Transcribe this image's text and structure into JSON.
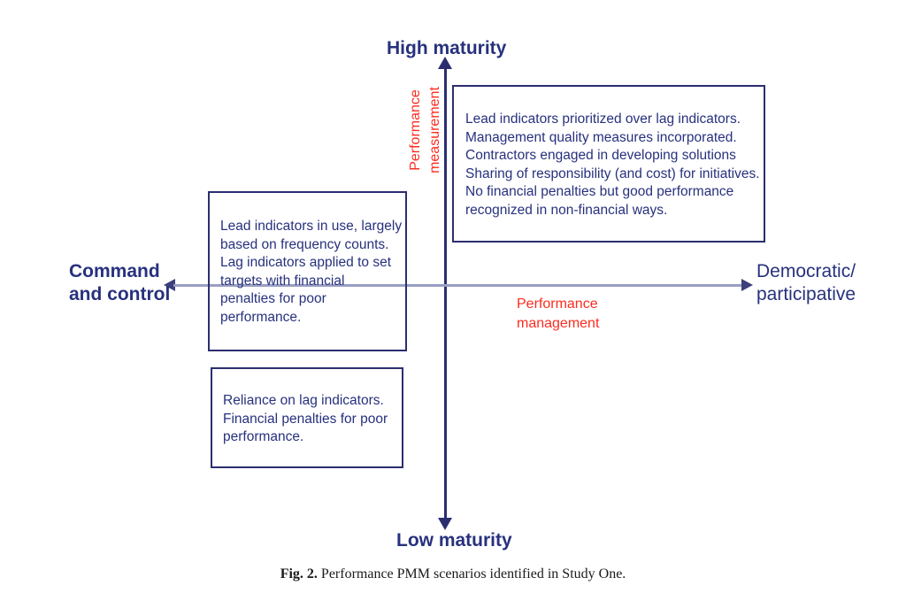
{
  "figure": {
    "caption_label": "Fig. 2.",
    "caption_text": "Performance PMM scenarios identified in Study One.",
    "colors": {
      "text_navy": "#27317d",
      "line_navy": "#2b2e6e",
      "line_gray_blue": "#9a9ec2",
      "annotation_red": "#fb2c1f",
      "background": "#ffffff"
    }
  },
  "axes": {
    "vertical": {
      "top_label": "High maturity",
      "bottom_label": "Low maturity",
      "annotation": "Performance\nmeasurement",
      "arrow_top": "arrow-up-icon",
      "arrow_bottom": "arrow-down-icon"
    },
    "horizontal": {
      "left_label": "Command\nand control",
      "right_label": "Democratic/\nparticipative",
      "annotation": "Performance\nmanagement",
      "arrow_left": "arrow-left-icon",
      "arrow_right": "arrow-right-icon"
    }
  },
  "boxes": [
    {
      "id": "high-maturity",
      "quadrant": "upper-right",
      "text": "Lead indicators prioritized over lag indicators.\nManagement quality measures incorporated.\nContractors engaged in developing solutions\nSharing of responsibility (and cost) for initiatives.\nNo financial penalties but good performance\nrecognized in non-financial ways."
    },
    {
      "id": "mid",
      "quadrant": "left-middle",
      "text": "Lead indicators in use, largely\nbased on frequency counts.\nLag indicators applied to set\ntargets with financial\npenalties for poor\nperformance."
    },
    {
      "id": "low",
      "quadrant": "lower-left",
      "text": "Reliance on  lag indicators.\nFinancial penalties for poor\nperformance."
    }
  ]
}
